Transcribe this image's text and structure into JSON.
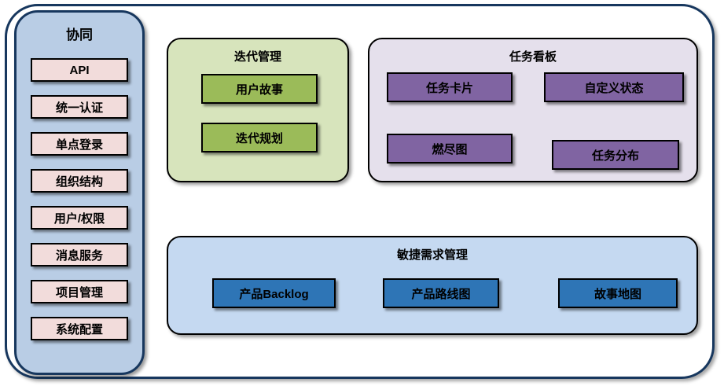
{
  "sidebar": {
    "title": "协同",
    "items": [
      {
        "label": "API"
      },
      {
        "label": "统一认证"
      },
      {
        "label": "单点登录"
      },
      {
        "label": "组织结构"
      },
      {
        "label": "用户/权限"
      },
      {
        "label": "消息服务"
      },
      {
        "label": "项目管理"
      },
      {
        "label": "系统配置"
      }
    ]
  },
  "iteration_panel": {
    "title": "迭代管理",
    "items": [
      {
        "label": "用户故事"
      },
      {
        "label": "迭代规划"
      }
    ]
  },
  "task_board_panel": {
    "title": "任务看板",
    "items": [
      {
        "label": "任务卡片"
      },
      {
        "label": "自定义状态"
      },
      {
        "label": "燃尽图"
      },
      {
        "label": "任务分布"
      }
    ]
  },
  "agile_panel": {
    "title": "敏捷需求管理",
    "items": [
      {
        "label": "产品Backlog"
      },
      {
        "label": "产品路线图"
      },
      {
        "label": "故事地图"
      }
    ]
  },
  "colors": {
    "frame_border": "#17375E",
    "sidebar_fill": "#B9CDE5",
    "sidebar_item_fill": "#F2DCDB",
    "iteration_panel_fill": "#D7E4BC",
    "iteration_item_fill": "#9BBB59",
    "task_panel_fill": "#E5E0EC",
    "task_item_fill": "#8064A2",
    "agile_panel_fill": "#C5D9F1",
    "agile_item_fill": "#2E75B6"
  }
}
